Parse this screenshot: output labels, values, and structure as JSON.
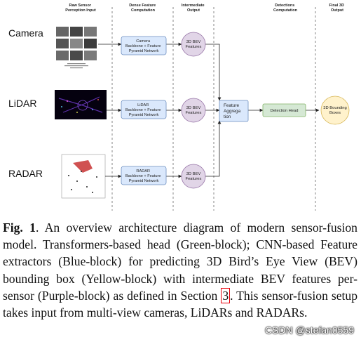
{
  "diagram": {
    "column_headers": [
      [
        "Raw Sensor",
        "Perception Input"
      ],
      [
        "Dense Feature",
        "Computation"
      ],
      [
        "Intermediate",
        "Output"
      ],
      [
        "Detections",
        "Computation"
      ],
      [
        "Final 3D",
        "Output"
      ]
    ],
    "sensors": [
      "Camera",
      "LiDAR",
      "RADAR"
    ],
    "backbones": [
      [
        "Camera",
        "Backbone + Feature",
        "Pyramid Network"
      ],
      [
        "LiDAR",
        "Backbone + Feature",
        "Pyramid Network"
      ],
      [
        "RADAR",
        "Backbone + Feature",
        "Pyramid Network"
      ]
    ],
    "bev_feature": [
      "3D BEV",
      "Features"
    ],
    "aggregation": [
      "Feature",
      "Aggrega",
      "tion"
    ],
    "detection_head": "Detection Head",
    "output": [
      "3D Bounding",
      "Boxes"
    ],
    "colors": {
      "blue_fill": "#dae8fc",
      "blue_stroke": "#6c8ebf",
      "purple_fill": "#e1d5e7",
      "purple_stroke": "#9673a6",
      "green_fill": "#d5e8d4",
      "green_stroke": "#82b366",
      "yellow_fill": "#fff2cc",
      "yellow_stroke": "#d6b656"
    }
  },
  "caption": {
    "label": "Fig. 1",
    "text_before_ref": ". An overview architecture diagram of modern sensor-fusion model. Transformers-based head (Green-block); CNN-based Feature extractors (Blue-block) for predicting 3D Bird’s Eye View (BEV) bounding box (Yellow-block) with intermediate BEV features per-sensor (Purple-block) as defined in Section ",
    "ref": "3",
    "text_after_ref": ". This sensor-fusion setup takes input from multi-view cameras, LiDARs and RADARs."
  },
  "watermark": "CSDN @stefan0559"
}
